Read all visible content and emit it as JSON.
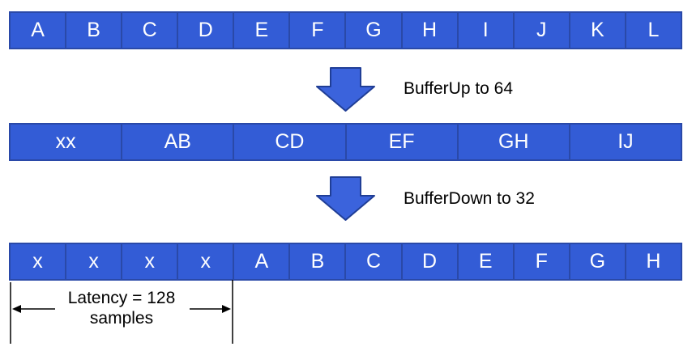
{
  "colors": {
    "background": "#ffffff",
    "cell_fill": "#335CD6",
    "cell_border": "#2A49A8",
    "cell_text": "#ffffff",
    "arrow_fill": "#3B63DC",
    "arrow_border": "#203E96",
    "label_text": "#000000"
  },
  "rows": [
    {
      "name": "input-buffer-32",
      "cells": [
        "A",
        "B",
        "C",
        "D",
        "E",
        "F",
        "G",
        "H",
        "I",
        "J",
        "K",
        "L"
      ]
    },
    {
      "name": "buffered-up-64",
      "cells": [
        "xx",
        "AB",
        "CD",
        "EF",
        "GH",
        "IJ"
      ]
    },
    {
      "name": "buffered-down-32",
      "cells": [
        "x",
        "x",
        "x",
        "x",
        "A",
        "B",
        "C",
        "D",
        "E",
        "F",
        "G",
        "H"
      ]
    }
  ],
  "steps": [
    {
      "icon": "down-arrow",
      "label": "BufferUp to 64"
    },
    {
      "icon": "down-arrow",
      "label": "BufferDown to 32"
    }
  ],
  "latency": {
    "line1": "Latency = 128",
    "line2": "samples"
  }
}
